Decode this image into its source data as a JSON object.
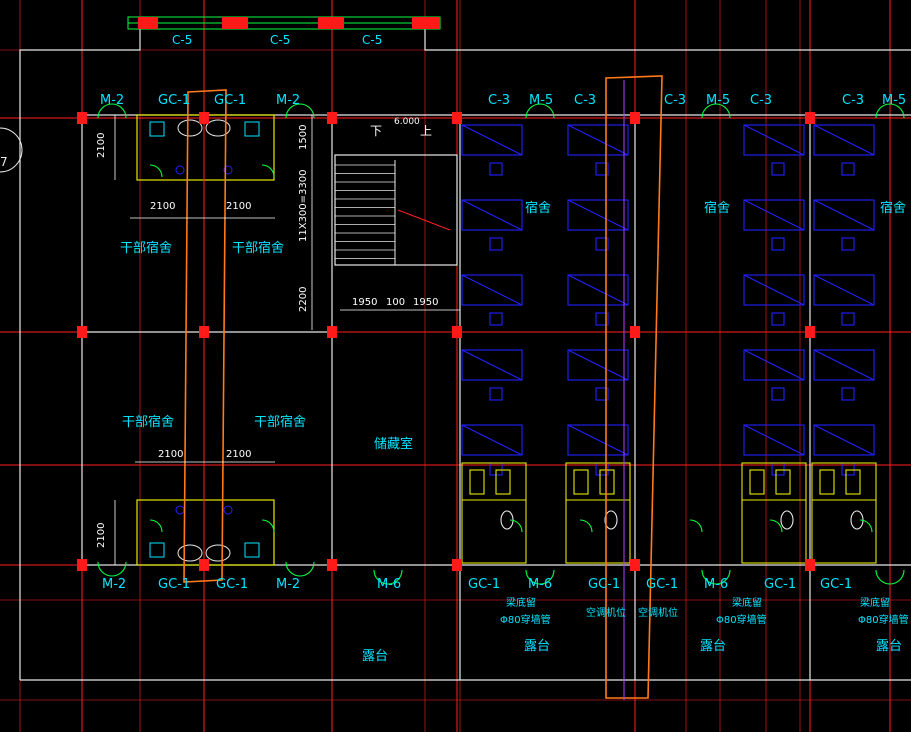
{
  "colors": {
    "background": "#000000",
    "grid_red": "#ff2020",
    "wall": "#e8e8e8",
    "column": "#ff1a1a",
    "label_cyan": "#00e5ff",
    "dim_white": "#ffffff",
    "door_green": "#00ff40",
    "furniture_blue": "#2020ff",
    "sanitary_yellow": "#e8e800",
    "markup_orange": "#ff7a1a",
    "purple_line": "#b040ff"
  },
  "top": {
    "window_labels": [
      "C-5",
      "C-5",
      "C-5"
    ]
  },
  "top_row": {
    "left_labels": [
      "M-2",
      "GC-1",
      "GC-1",
      "M-2"
    ],
    "right_labels": [
      "C-3",
      "M-5",
      "C-3",
      "C-3",
      "M-5",
      "C-3",
      "C-3",
      "M-5"
    ]
  },
  "stair": {
    "down": "下",
    "up": "上",
    "elev": "6.000",
    "dim_vertical_top": "1500",
    "dim_vertical_mid": "11X300=3300",
    "dim_vertical_bottom": "2200",
    "dim_h": [
      "1950",
      "100",
      "1950"
    ]
  },
  "left_block": {
    "dim_2100_side": "2100",
    "dim_top": [
      "2100",
      "2100"
    ],
    "dim_bottom": [
      "2100",
      "2100"
    ],
    "bottom_side_dim": "2100",
    "rooms_upper": [
      "干部宿舍",
      "干部宿舍"
    ],
    "rooms_lower": [
      "干部宿舍",
      "干部宿舍"
    ],
    "storage": "储藏室"
  },
  "dorm": {
    "labels": [
      "宿舍",
      "宿舍",
      "宿舍"
    ]
  },
  "bottom_row": {
    "left_labels": [
      "M-2",
      "GC-1",
      "GC-1",
      "M-2"
    ],
    "m6": "M-6",
    "right_labels": [
      "GC-1",
      "M-6",
      "GC-1",
      "GC-1",
      "M-6",
      "GC-1",
      "GC-1"
    ],
    "notes": [
      {
        "line1": "梁底留",
        "line2": "Φ80穿墙管"
      },
      {
        "line1": "梁底留",
        "line2": "Φ80穿墙管"
      },
      {
        "line1": "梁底留",
        "line2": "Φ80穿墙管"
      }
    ],
    "ac_posts": [
      "空调机位",
      "空调机位"
    ],
    "balconies": [
      "露台",
      "露台",
      "露台"
    ],
    "terrace_left": "露台"
  },
  "edge": {
    "left_fragment": "7"
  }
}
